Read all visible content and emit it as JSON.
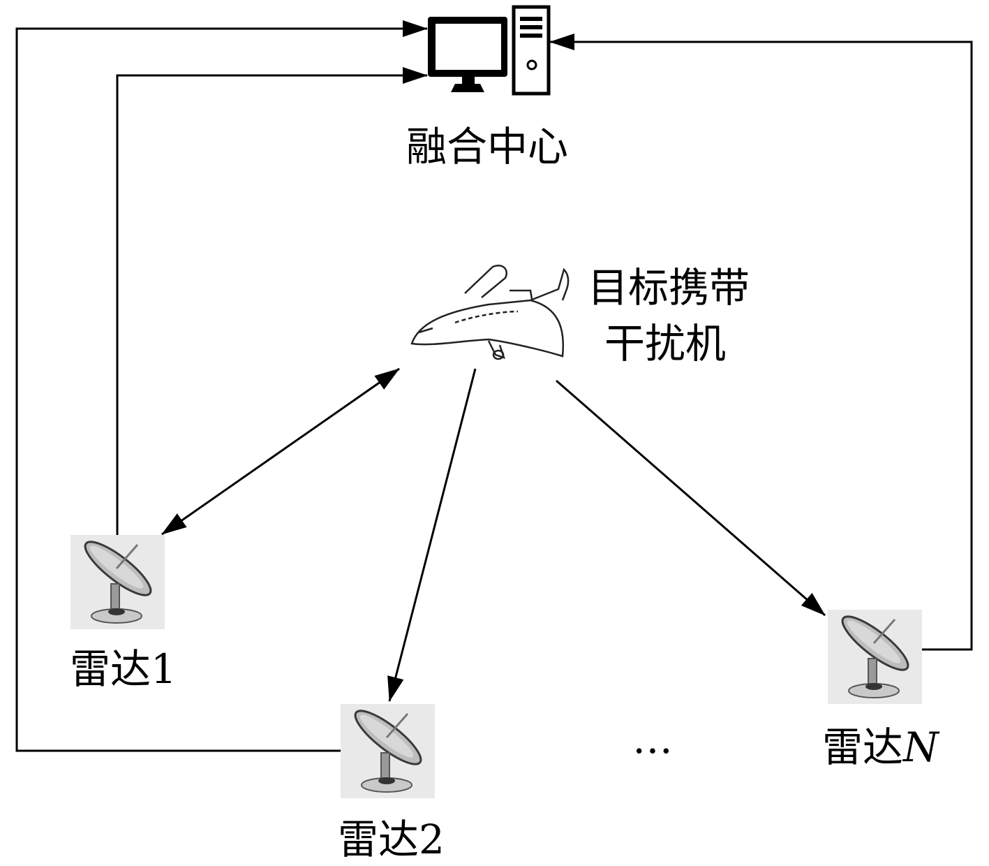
{
  "nodes": {
    "fusion_center": {
      "label": "融合中心",
      "icon": "computer-icon"
    },
    "target": {
      "label_line1": "目标携带",
      "label_line2": "干扰机",
      "icon": "airplane-icon"
    },
    "radar1": {
      "label": "雷达1",
      "icon": "radar-dish-icon"
    },
    "radar2": {
      "label": "雷达2",
      "icon": "radar-dish-icon"
    },
    "radarN": {
      "label_prefix": "雷达",
      "label_suffix": "N",
      "icon": "radar-dish-icon"
    },
    "ellipsis": {
      "label": "…"
    }
  },
  "edges": [
    {
      "from": "radar1",
      "to": "fusion_center",
      "direction": "one-way"
    },
    {
      "from": "radar2",
      "to": "fusion_center",
      "direction": "one-way"
    },
    {
      "from": "radarN",
      "to": "fusion_center",
      "direction": "one-way"
    },
    {
      "from": "target",
      "to": "radar1",
      "direction": "two-way"
    },
    {
      "from": "target",
      "to": "radar2",
      "direction": "one-way"
    },
    {
      "from": "target",
      "to": "radarN",
      "direction": "one-way"
    }
  ],
  "colors": {
    "line": "#000000",
    "icon_bg": "#e9e9e9",
    "dish": "#9a9a9a"
  }
}
